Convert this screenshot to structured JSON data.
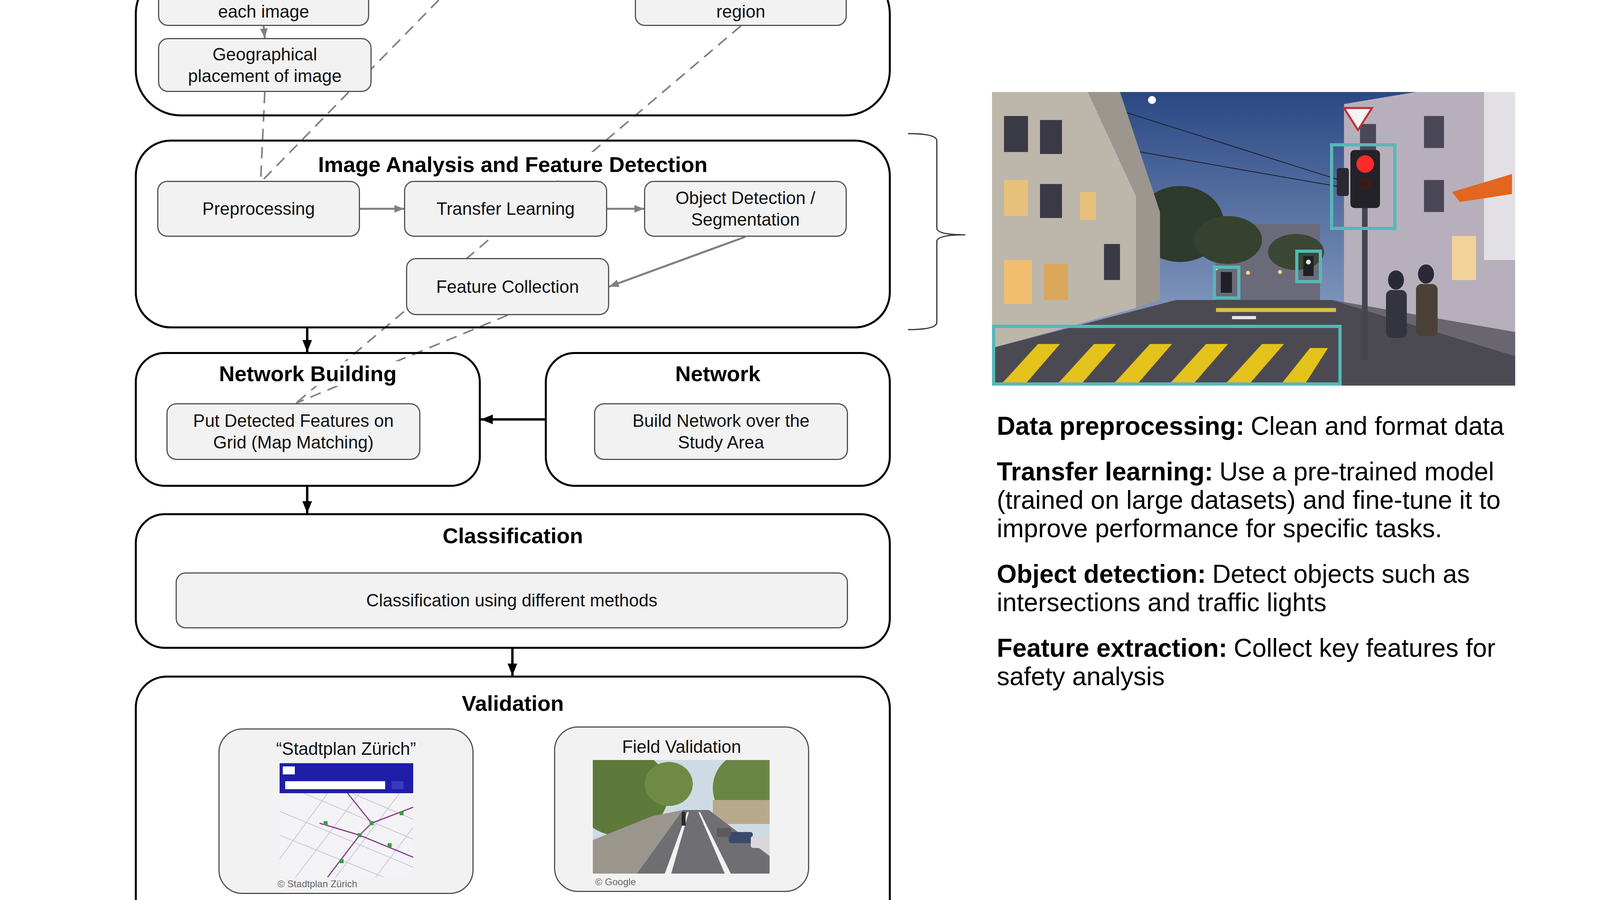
{
  "diagram": {
    "nodes": [
      {
        "text": []
      },
      {
        "text": [
          "each image"
        ],
        "in": 0
      },
      {
        "text": [
          "region"
        ],
        "in": 0
      },
      {
        "text": [
          "Geographical placement of image"
        ],
        "in": 0
      },
      {
        "text": [
          "Image Analysis and Feature Detection"
        ]
      },
      {
        "text": [
          "Preprocessing"
        ],
        "in": 4
      },
      {
        "text": [
          "Transfer Learning"
        ],
        "in": 4
      },
      {
        "text": [
          "Object Detection / Segmentation"
        ],
        "in": 4
      },
      {
        "text": [
          "Feature Collection"
        ],
        "in": 4
      },
      {
        "text": [
          "Network Building"
        ]
      },
      {
        "text": [
          "Put Detected Features on Grid (Map Matching)"
        ],
        "in": 9
      },
      {
        "text": [
          "Network"
        ]
      },
      {
        "text": [
          "Build Network over the Study Area"
        ],
        "in": 11
      },
      {
        "text": [
          "Classification"
        ]
      },
      {
        "text": [
          "Classification using different methods"
        ],
        "in": 13
      },
      {
        "text": [
          "Validation"
        ]
      },
      {
        "text": [
          "“Stadtplan Zürich”",
          "© Stadtplan Zürich"
        ],
        "in": 15
      },
      {
        "text": [
          "Field Validation",
          "© Google"
        ],
        "in": 15
      }
    ],
    "edges": [
      {
        "from": 1,
        "to": 3,
        "arrow": "to"
      },
      {
        "from": 3,
        "to": 5,
        "arrow": "none"
      },
      {
        "from": 2,
        "to": 10,
        "arrow": "none"
      },
      {
        "from": 5,
        "to": 6,
        "arrow": "to"
      },
      {
        "from": 6,
        "to": 7,
        "arrow": "to"
      },
      {
        "from": 7,
        "to": 8,
        "arrow": "to"
      },
      {
        "from": 8,
        "to": 10,
        "arrow": "none"
      },
      {
        "from": 4,
        "to": 9,
        "arrow": "to"
      },
      {
        "from": 11,
        "to": 9,
        "arrow": "to"
      },
      {
        "from": 9,
        "to": 13,
        "arrow": "to"
      },
      {
        "from": 13,
        "to": 15,
        "arrow": "to"
      }
    ],
    "labels": [
      "Data preprocessing:",
      "Clean and format data",
      "Transfer learning:",
      "Use a pre-trained model (trained on large datasets) and fine-tune it to improve performance for specific tasks.",
      "Object detection:",
      "Detect objects such as intersections and traffic lights",
      "Feature extraction:",
      "Collect key features for safety analysis"
    ]
  }
}
